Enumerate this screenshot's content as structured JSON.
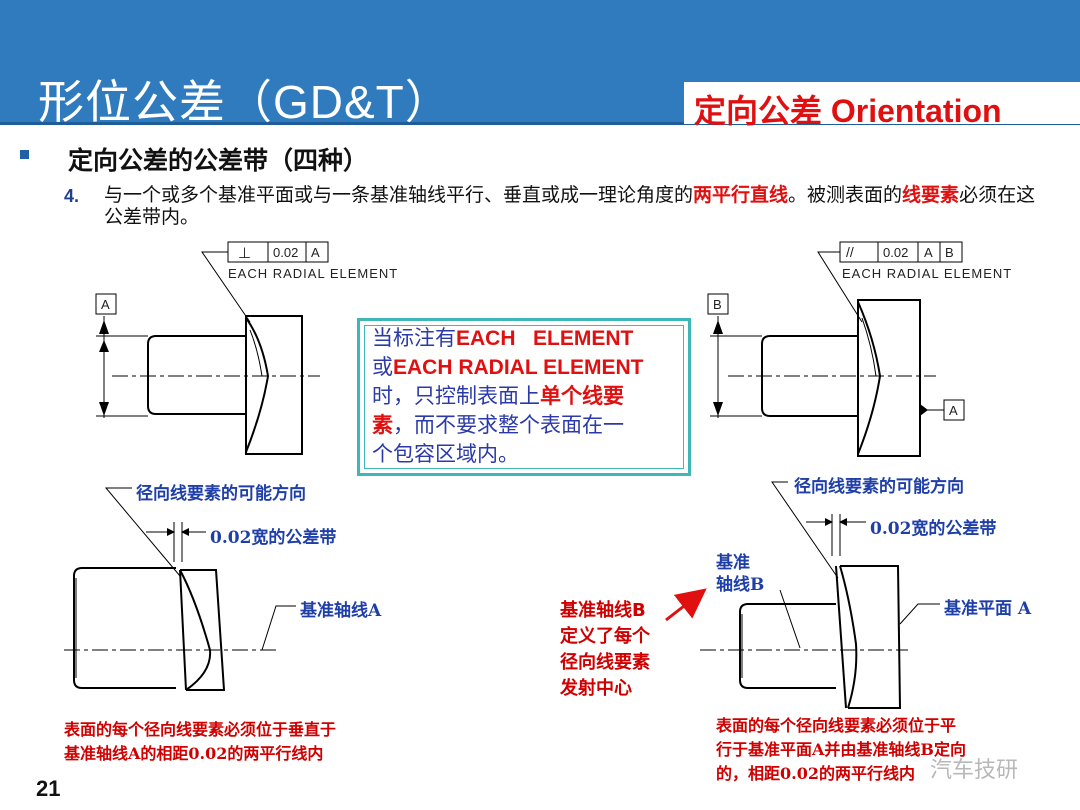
{
  "header": {
    "title": "形位公差（GD&T）",
    "subtitle": "定向公差 Orientation"
  },
  "bullet": "定向公差的公差带（四种）",
  "item": {
    "number": "4.",
    "text_part1": "与一个或多个基准平面或与一条基准轴线平行、垂直或成一理论角度的",
    "text_highlight1": "两平行直线",
    "text_part2": "。被测表面的",
    "text_highlight2": "线要素",
    "text_part3": "必须在这公差带内。"
  },
  "left_drawing": {
    "fcf_symbol": "⊥",
    "fcf_value": "0.02",
    "fcf_datum": "A",
    "note": "EACH RADIAL ELEMENT",
    "datum_label": "A"
  },
  "right_drawing": {
    "fcf_symbol": "//",
    "fcf_value": "0.02",
    "fcf_datum1": "A",
    "fcf_datum2": "B",
    "note": "EACH RADIAL ELEMENT",
    "datum_label_top": "B",
    "datum_label_side": "A"
  },
  "callout": {
    "line1a": "当标注有",
    "line1b": "EACH   ELEMENT",
    "line2a": "或",
    "line2b": "EACH RADIAL ELEMENT",
    "line3a": "时，只控制表面上",
    "line3b": "单个线要",
    "line4a": "素",
    "line4b": "，而不要求整个表面在一",
    "line5": "个包容区域内。"
  },
  "left_labels": {
    "direction": "径向线要素的可能方向",
    "zone": "0.02宽的公差带",
    "axis": "基准轴线A",
    "caption_line1": "表面的每个径向线要素必须位于垂直于",
    "caption_line2": "基准轴线A的相距0.02的两平行线内"
  },
  "right_labels": {
    "direction": "径向线要素的可能方向",
    "zone": "0.02宽的公差带",
    "datum_axis_line1": "基准",
    "datum_axis_line2": "轴线B",
    "plane": "基准平面 A",
    "center_line1": "基准轴线B",
    "center_line2": "定义了每个",
    "center_line3": "径向线要素",
    "center_line4": "发射中心",
    "caption_line1": "表面的每个径向线要素必须位于平",
    "caption_line2": "行于基准平面A并由基准轴线B定向",
    "caption_line3": "的，相距0.02的两平行线内"
  },
  "page_number": "21",
  "watermark": "汽车技研",
  "colors": {
    "header_blue": "#2f7bbd",
    "accent_red": "#e01010",
    "label_blue": "#1f3fa8",
    "callout_border": "#3fb7b7"
  }
}
